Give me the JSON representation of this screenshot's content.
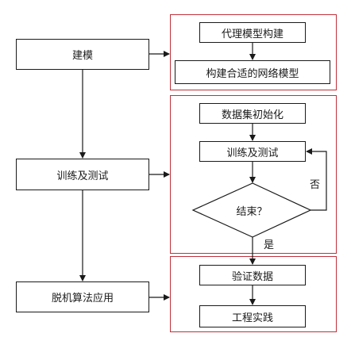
{
  "left_column": {
    "modeling": "建模",
    "train_test": "训练及测试",
    "offline_app": "脱机算法应用"
  },
  "group1": {
    "surrogate_build": "代理模型构建",
    "network_build": "构建合适的网络模型"
  },
  "group2": {
    "dataset_init": "数据集初始化",
    "train_test": "训练及测试",
    "end_question": "结束？",
    "no_label": "否",
    "yes_label": "是"
  },
  "group3": {
    "verify_data": "验证数据",
    "engineering_practice": "工程实践"
  },
  "colors": {
    "group_border": "#c0303a",
    "line": "#1a1a1a"
  }
}
